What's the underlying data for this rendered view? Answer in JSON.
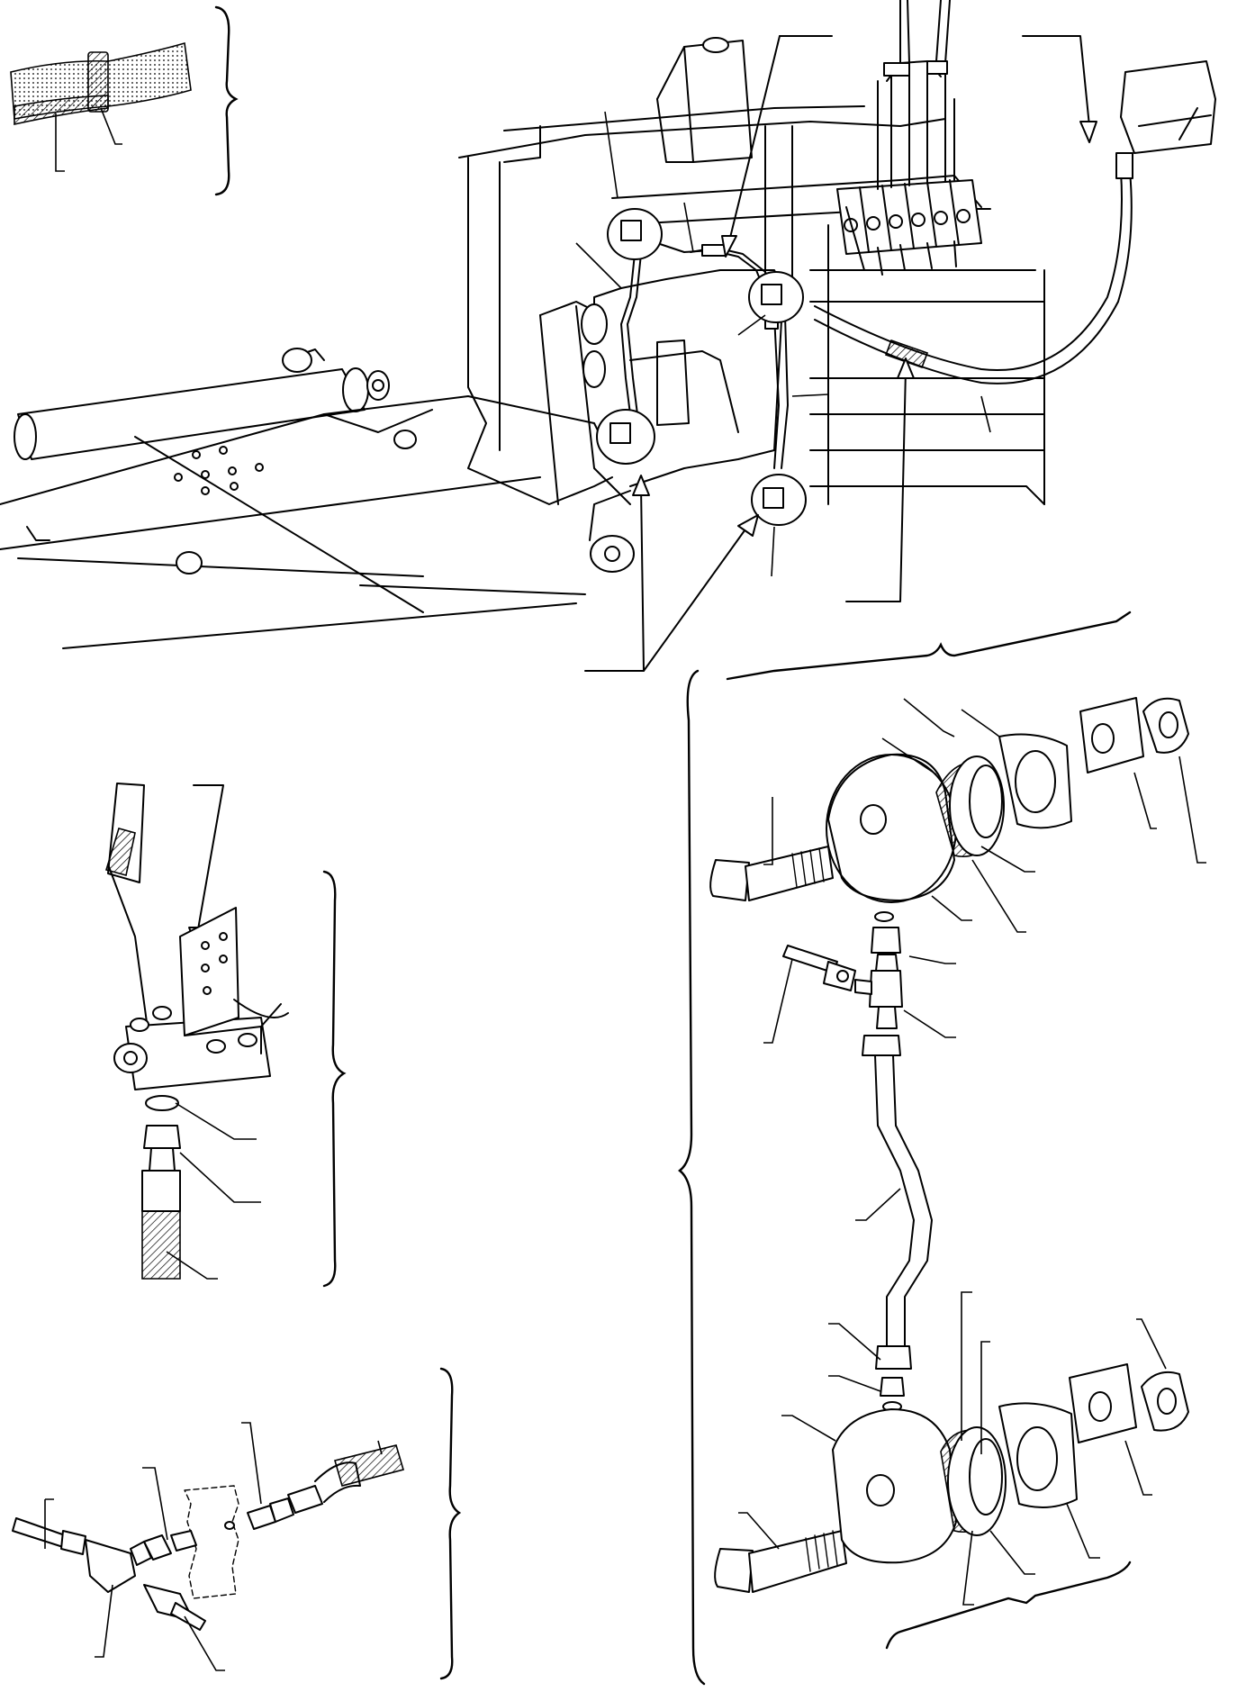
{
  "figure": {
    "views": [
      "hose-sleeve-detail",
      "loader-frame-assembly",
      "control-lever-detail",
      "pipe-connection-detail",
      "pivot-pin-exploded-detail"
    ],
    "line_color": "#000000",
    "background": "#ffffff"
  }
}
